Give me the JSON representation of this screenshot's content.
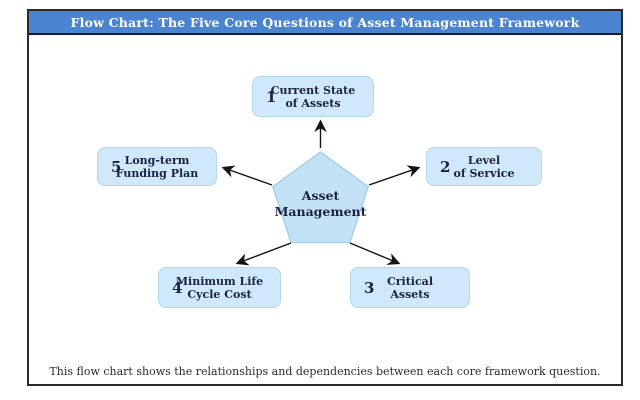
{
  "title": "Flow Chart: The Five Core Questions of Asset Management Framework",
  "caption": "This flow chart shows the relationships and dependencies between each core framework question.",
  "center_node": {
    "line1": "Asset",
    "line2": "Management"
  },
  "nodes": [
    {
      "number": "1",
      "line1": "Current State",
      "line2": "of Assets"
    },
    {
      "number": "2",
      "line1": "Level",
      "line2": "of Service"
    },
    {
      "number": "3",
      "line1": "Critical",
      "line2": "Assets"
    },
    {
      "number": "4",
      "line1": "Minimum Life",
      "line2": "Cycle Cost"
    },
    {
      "number": "5",
      "line1": "Long-term",
      "line2": "Funding Plan"
    }
  ],
  "colors": {
    "title_bar": "#4a84d0",
    "node_fill": "#cfe9fa",
    "pentagon_fill": "#c3e2f6",
    "label_text": "#1b2140",
    "arrow": "#141414",
    "frame_border": "#2b2b2b"
  }
}
